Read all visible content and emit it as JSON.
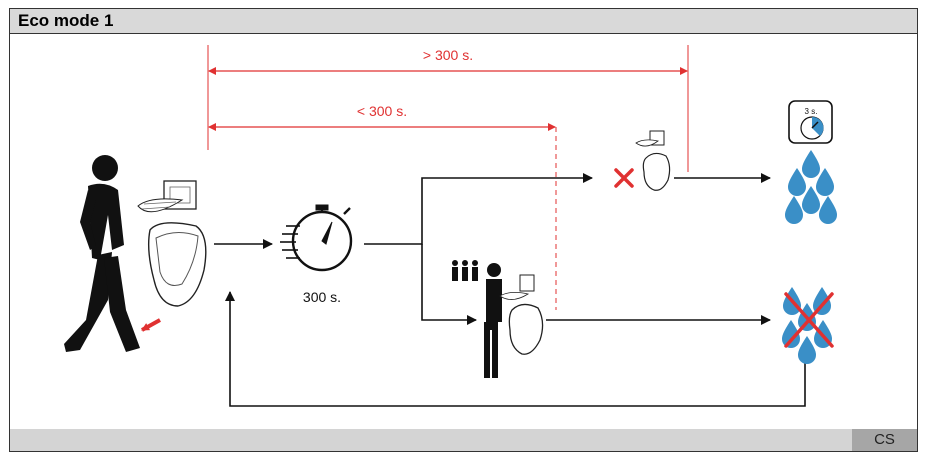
{
  "header": {
    "title": "Eco mode 1"
  },
  "footer": {
    "lang": "CS"
  },
  "diagram": {
    "long_label": "> 300 s.",
    "short_label": "< 300 s.",
    "timer_label": "300 s.",
    "small_timer_label": "3 s."
  },
  "colors": {
    "accent": "#e03131",
    "water": "#3a8fc7",
    "header_bg": "#d9d9d9",
    "footer_bg": "#d4d4d4",
    "lang_bg": "#a6a6a6"
  }
}
